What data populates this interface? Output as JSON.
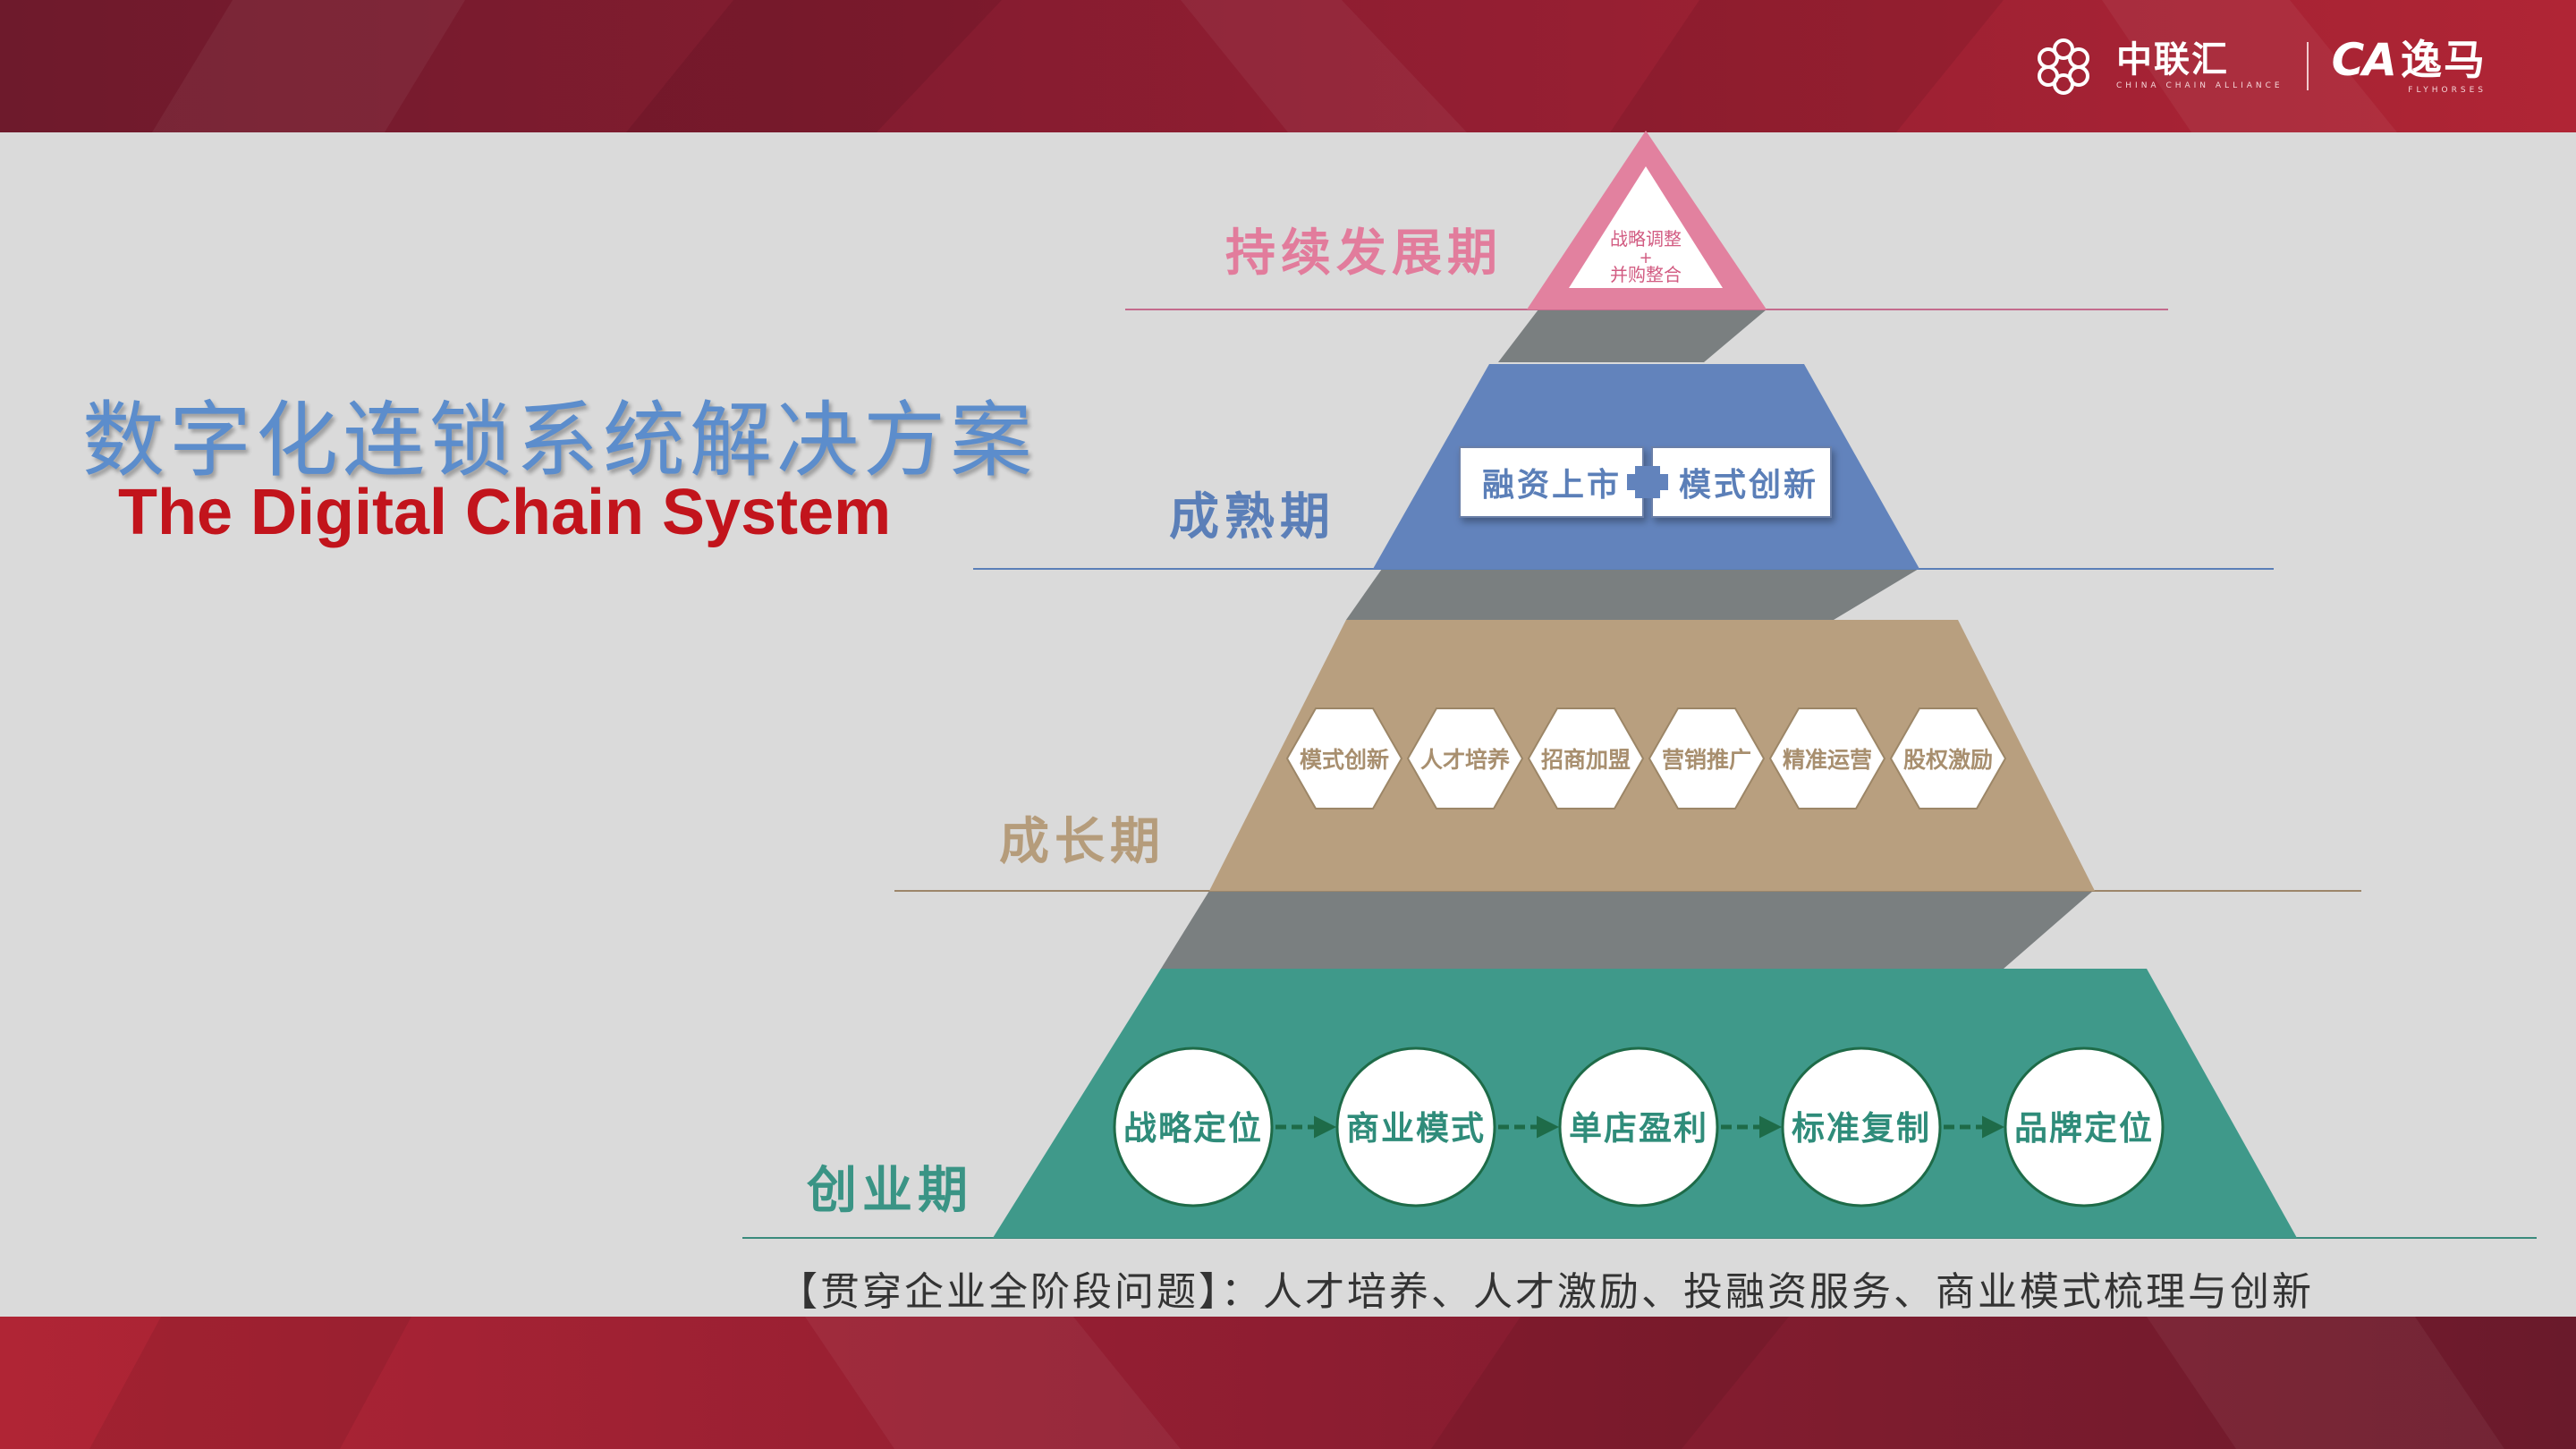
{
  "header": {
    "logo_left_name": "中联汇",
    "logo_left_sub": "CHINA CHAIN ALLIANCE",
    "logo_right_mark": "CA",
    "logo_right_name": "逸马",
    "logo_right_sub": "FLYHORSES"
  },
  "title": "数字化连锁系统解决方案",
  "subtitle": "The Digital Chain System",
  "colors": {
    "band_red": "#a31f32",
    "top_tier": "#e080a0",
    "mature_tier": "#6283bc",
    "growth_tier": "#b8a081",
    "startup_tier": "#3e9886",
    "connector": "#7a7f80"
  },
  "pyramid": {
    "stages": [
      {
        "id": "sustain",
        "label": "持续发展期",
        "color": "#e2819f",
        "items": [
          "战略调整",
          "+",
          "并购整合"
        ]
      },
      {
        "id": "mature",
        "label": "成熟期",
        "color": "#6283bc",
        "items": [
          "融资上市",
          "模式创新"
        ]
      },
      {
        "id": "growth",
        "label": "成长期",
        "color": "#b89f7f",
        "items": [
          "模式创新",
          "人才培养",
          "招商加盟",
          "营销推广",
          "精准运营",
          "股权激励"
        ]
      },
      {
        "id": "startup",
        "label": "创业期",
        "color": "#3f998a",
        "items": [
          "战略定位",
          "商业模式",
          "单店盈利",
          "标准复制",
          "品牌定位"
        ]
      }
    ]
  },
  "footnote": "【贯穿企业全阶段问题】：人才培养、人才激励、投融资服务、商业模式梳理与创新"
}
